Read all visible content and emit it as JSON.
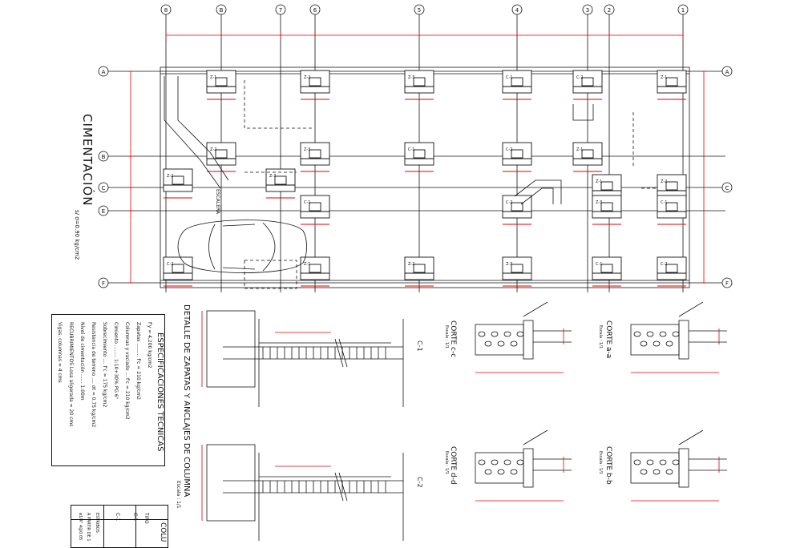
{
  "plan": {
    "title": "CIMENTACIÓN",
    "subtitle": "s/ σ=0.90 kg/cm2",
    "axes_top": [
      "8",
      "B",
      "7",
      "6",
      "5",
      "4",
      "3",
      "2",
      "1"
    ],
    "axes_side": [
      "A",
      "B",
      "C",
      "E",
      "F"
    ],
    "footing_labels": [
      "Z-1",
      "Z-2",
      "Z-3",
      "C-1",
      "C-2"
    ],
    "escalera": "ESCALERA"
  },
  "specs": {
    "title": "ESPECIFICACIONES TECNICAS",
    "lines": [
      "f'y  =  4,200 kg/cm2",
      "Zapatas ......... f'c = 210 kg/cm2",
      "Columnas y vaciado ... f'c = 210 kg/cm2",
      "Cimiento ........ 1:10+30% PG 6\"",
      "Sobrecimiento .... f'c = 175 kg/cm2",
      "Resistencia de terreno .... σt = 0.75 kg/cm2",
      "Nivel de cimentación ...... 1.00m",
      "RECUBRIMIENTOS   Losa aligerada = 20 cms",
      "Vigas, columnas = 4 cms"
    ]
  },
  "detail": {
    "title": "DETALLE DE ZAPATAS Y ANCLAJES DE COLUMNA",
    "scale": "Escala : 1/1",
    "labels": [
      "C-1",
      "C-2"
    ]
  },
  "cortes": [
    {
      "title": "CORTE c-c",
      "scale": "Escala : 1/1"
    },
    {
      "title": "CORTE a-a",
      "scale": "Escala : 1/1"
    },
    {
      "title": "CORTE d-d",
      "scale": "Escala : 1/1"
    },
    {
      "title": "CORTE b-b",
      "scale": "Escala : 1/1"
    }
  ],
  "column_table": {
    "title": "COLU",
    "tipo": "TIPO",
    "rows": [
      "C-1",
      "C-1"
    ],
    "notes": [
      "ESTRIBOS",
      "A PARTIR DE 1",
      "ø1/4\" 4@0.05"
    ]
  },
  "colors": {
    "line": "#111111",
    "dimension": "#e00000",
    "text_yellow": "#d4b800"
  }
}
